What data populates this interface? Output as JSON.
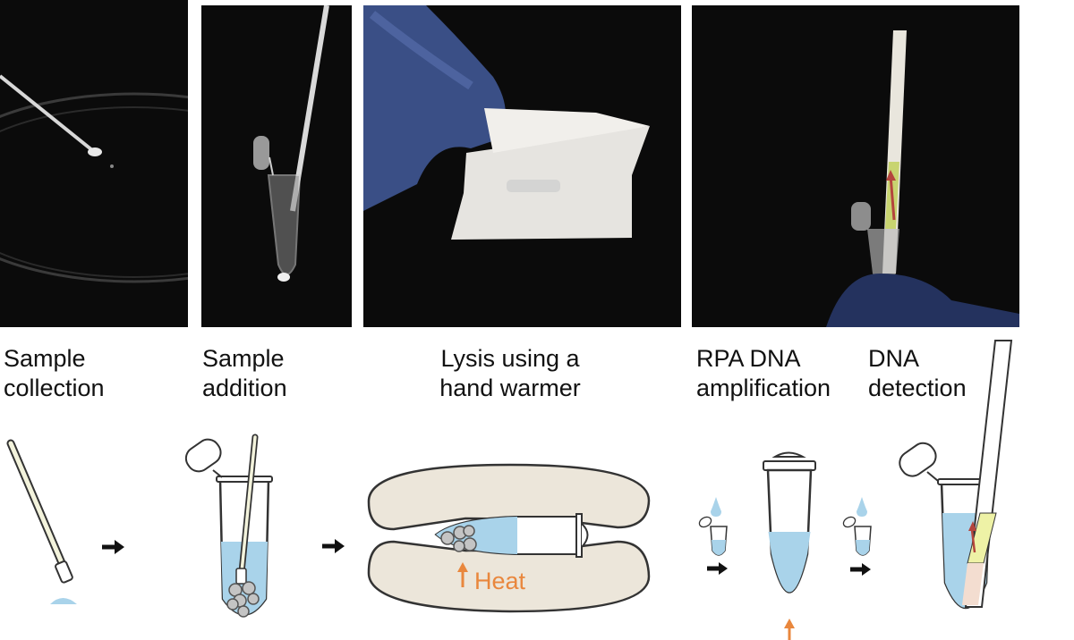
{
  "steps": [
    {
      "label_line1": "Sample",
      "label_line2": "collection"
    },
    {
      "label_line1": "Sample",
      "label_line2": "addition"
    },
    {
      "label_line1": "Lysis using a",
      "label_line2": "hand warmer"
    },
    {
      "label_line1": "RPA DNA",
      "label_line2": "amplification"
    },
    {
      "label_line1": "DNA",
      "label_line2": "detection"
    }
  ],
  "annotations": {
    "heat": "Heat"
  },
  "colors": {
    "liquid": "#a9d3ea",
    "heat_arrow": "#e9873d",
    "warmer_fill": "#ece6da",
    "strip_pad": "#eef2a6",
    "strip_bottom": "#f3ddd0",
    "photo_bg": "#0b0b0b"
  }
}
